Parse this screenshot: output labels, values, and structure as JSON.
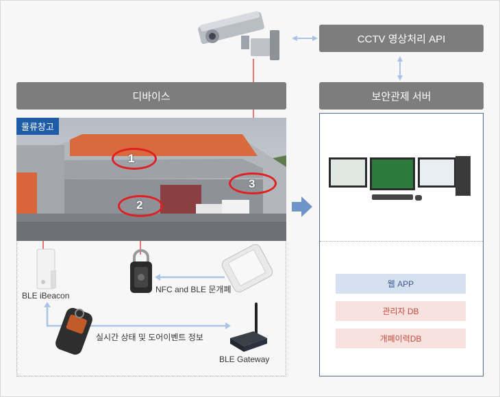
{
  "api_box": {
    "label": "CCTV 영상처리 API"
  },
  "devices_header": {
    "label": "디바이스"
  },
  "server_header": {
    "label": "보안관제 서버"
  },
  "warehouse_tag": {
    "label": "물류창고"
  },
  "markers": [
    {
      "number": "1"
    },
    {
      "number": "2"
    },
    {
      "number": "3"
    }
  ],
  "devices": {
    "beacon": "BLE iBeacon",
    "lock_caption": "NFC and BLE 문개폐",
    "event_caption": "실시간 상태 및 도어이벤트 정보",
    "gateway": "BLE Gateway"
  },
  "server_items": [
    {
      "label": "웹 APP",
      "color": "#d6e1ef",
      "text_color": "#3b5a8a"
    },
    {
      "label": "관리자 DB",
      "color": "#f8e2df",
      "text_color": "#c44a3a"
    },
    {
      "label": "개폐이력DB",
      "color": "#f8e2df",
      "text_color": "#c44a3a"
    }
  ],
  "colors": {
    "header_gray": "#7d7d7d",
    "accent_blue": "#1f5ca8",
    "marker_red": "#e02020",
    "arrow_light_blue": "#a9c4e4",
    "arrow_blue": "#6f95c8"
  }
}
